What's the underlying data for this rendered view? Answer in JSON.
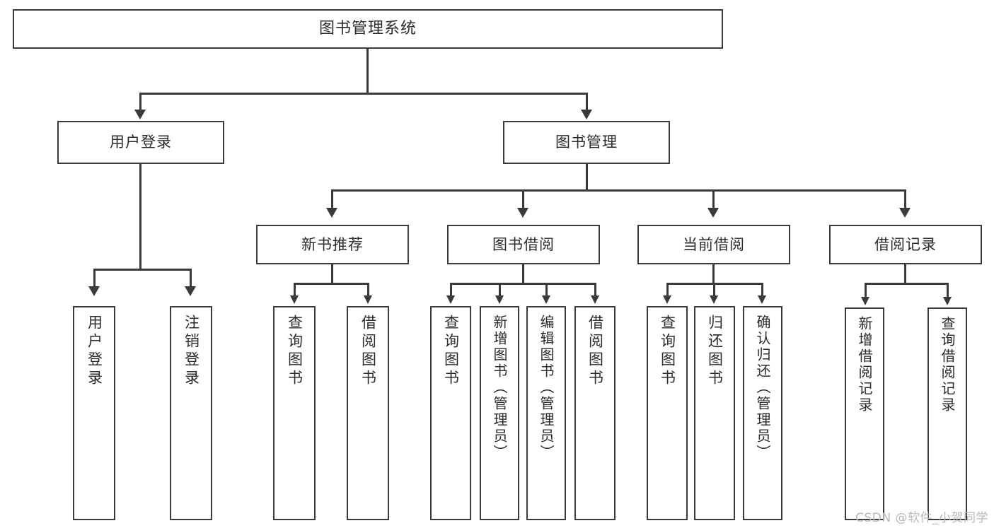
{
  "diagram": {
    "title": "图书管理系统",
    "type": "tree-hierarchy-chart",
    "watermark": "CSDN @软件_小贺同学",
    "colors": {
      "border": "#3a3a3a",
      "text": "#2b2b2b",
      "background": "#ffffff",
      "watermark": "#b9b9b9"
    },
    "root": {
      "label": "图书管理系统"
    },
    "level2": {
      "user_login": {
        "label": "用户登录"
      },
      "book_manage": {
        "label": "图书管理"
      }
    },
    "level3": {
      "new_book_rec": {
        "label": "新书推荐"
      },
      "book_borrow": {
        "label": "图书借阅"
      },
      "current_borrow": {
        "label": "当前借阅"
      },
      "borrow_record": {
        "label": "借阅记录"
      }
    },
    "leaves": {
      "user_login": [
        {
          "label": "用户登录"
        },
        {
          "label": "注销登录"
        }
      ],
      "new_book_rec": [
        {
          "label": "查询图书"
        },
        {
          "label": "借阅图书"
        }
      ],
      "book_borrow": [
        {
          "label": "查询图书"
        },
        {
          "label": "新增图书（管理员）"
        },
        {
          "label": "编辑图书（管理员）"
        },
        {
          "label": "借阅图书"
        }
      ],
      "current_borrow": [
        {
          "label": "查询图书"
        },
        {
          "label": "归还图书"
        },
        {
          "label": "确认归还（管理员）"
        }
      ],
      "borrow_record": [
        {
          "label": "新增借阅记录"
        },
        {
          "label": "查询借阅记录"
        }
      ]
    }
  }
}
